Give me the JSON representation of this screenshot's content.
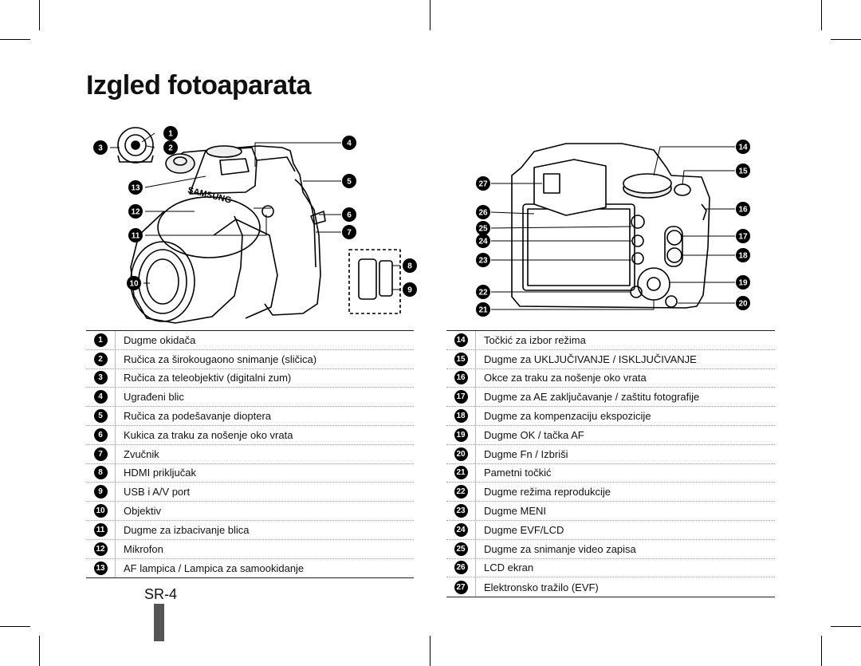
{
  "title": "Izgled fotoaparata",
  "page_number": "SR-4",
  "front_callouts": [
    "1",
    "2",
    "3",
    "4",
    "5",
    "6",
    "7",
    "8",
    "9",
    "10",
    "11",
    "12",
    "13"
  ],
  "back_callouts": [
    "14",
    "15",
    "16",
    "17",
    "18",
    "19",
    "20",
    "21",
    "22",
    "23",
    "24",
    "25",
    "26",
    "27"
  ],
  "camera_brand": "SAMSUNG",
  "left_legend": [
    {
      "num": "1",
      "label": "Dugme okidača"
    },
    {
      "num": "2",
      "label": "Ručica za širokougaono snimanje (sličica)"
    },
    {
      "num": "3",
      "label": "Ručica za teleobjektiv (digitalni zum)"
    },
    {
      "num": "4",
      "label": "Ugrađeni blic"
    },
    {
      "num": "5",
      "label": "Ručica za podešavanje dioptera"
    },
    {
      "num": "6",
      "label": "Kukica za traku za nošenje oko vrata"
    },
    {
      "num": "7",
      "label": "Zvučnik"
    },
    {
      "num": "8",
      "label": "HDMI priključak"
    },
    {
      "num": "9",
      "label": "USB i A/V port"
    },
    {
      "num": "10",
      "label": "Objektiv"
    },
    {
      "num": "11",
      "label": "Dugme za izbacivanje blica"
    },
    {
      "num": "12",
      "label": "Mikrofon"
    },
    {
      "num": "13",
      "label": "AF lampica / Lampica za samookidanje"
    }
  ],
  "right_legend": [
    {
      "num": "14",
      "label": "Točkić za izbor režima"
    },
    {
      "num": "15",
      "label": "Dugme za UKLJUČIVANJE / ISKLJUČIVANJE"
    },
    {
      "num": "16",
      "label": "Okce za traku za nošenje oko vrata"
    },
    {
      "num": "17",
      "label": "Dugme za AE zaključavanje / zaštitu fotografije"
    },
    {
      "num": "18",
      "label": "Dugme za kompenzaciju ekspozicije"
    },
    {
      "num": "19",
      "label": "Dugme OK / tačka AF"
    },
    {
      "num": "20",
      "label": "Dugme Fn / Izbriši"
    },
    {
      "num": "21",
      "label": "Pametni točkić"
    },
    {
      "num": "22",
      "label": "Dugme režima reprodukcije"
    },
    {
      "num": "23",
      "label": "Dugme MENI"
    },
    {
      "num": "24",
      "label": "Dugme EVF/LCD"
    },
    {
      "num": "25",
      "label": "Dugme za snimanje video zapisa"
    },
    {
      "num": "26",
      "label": "LCD ekran"
    },
    {
      "num": "27",
      "label": "Elektronsko tražilo (EVF)"
    }
  ]
}
